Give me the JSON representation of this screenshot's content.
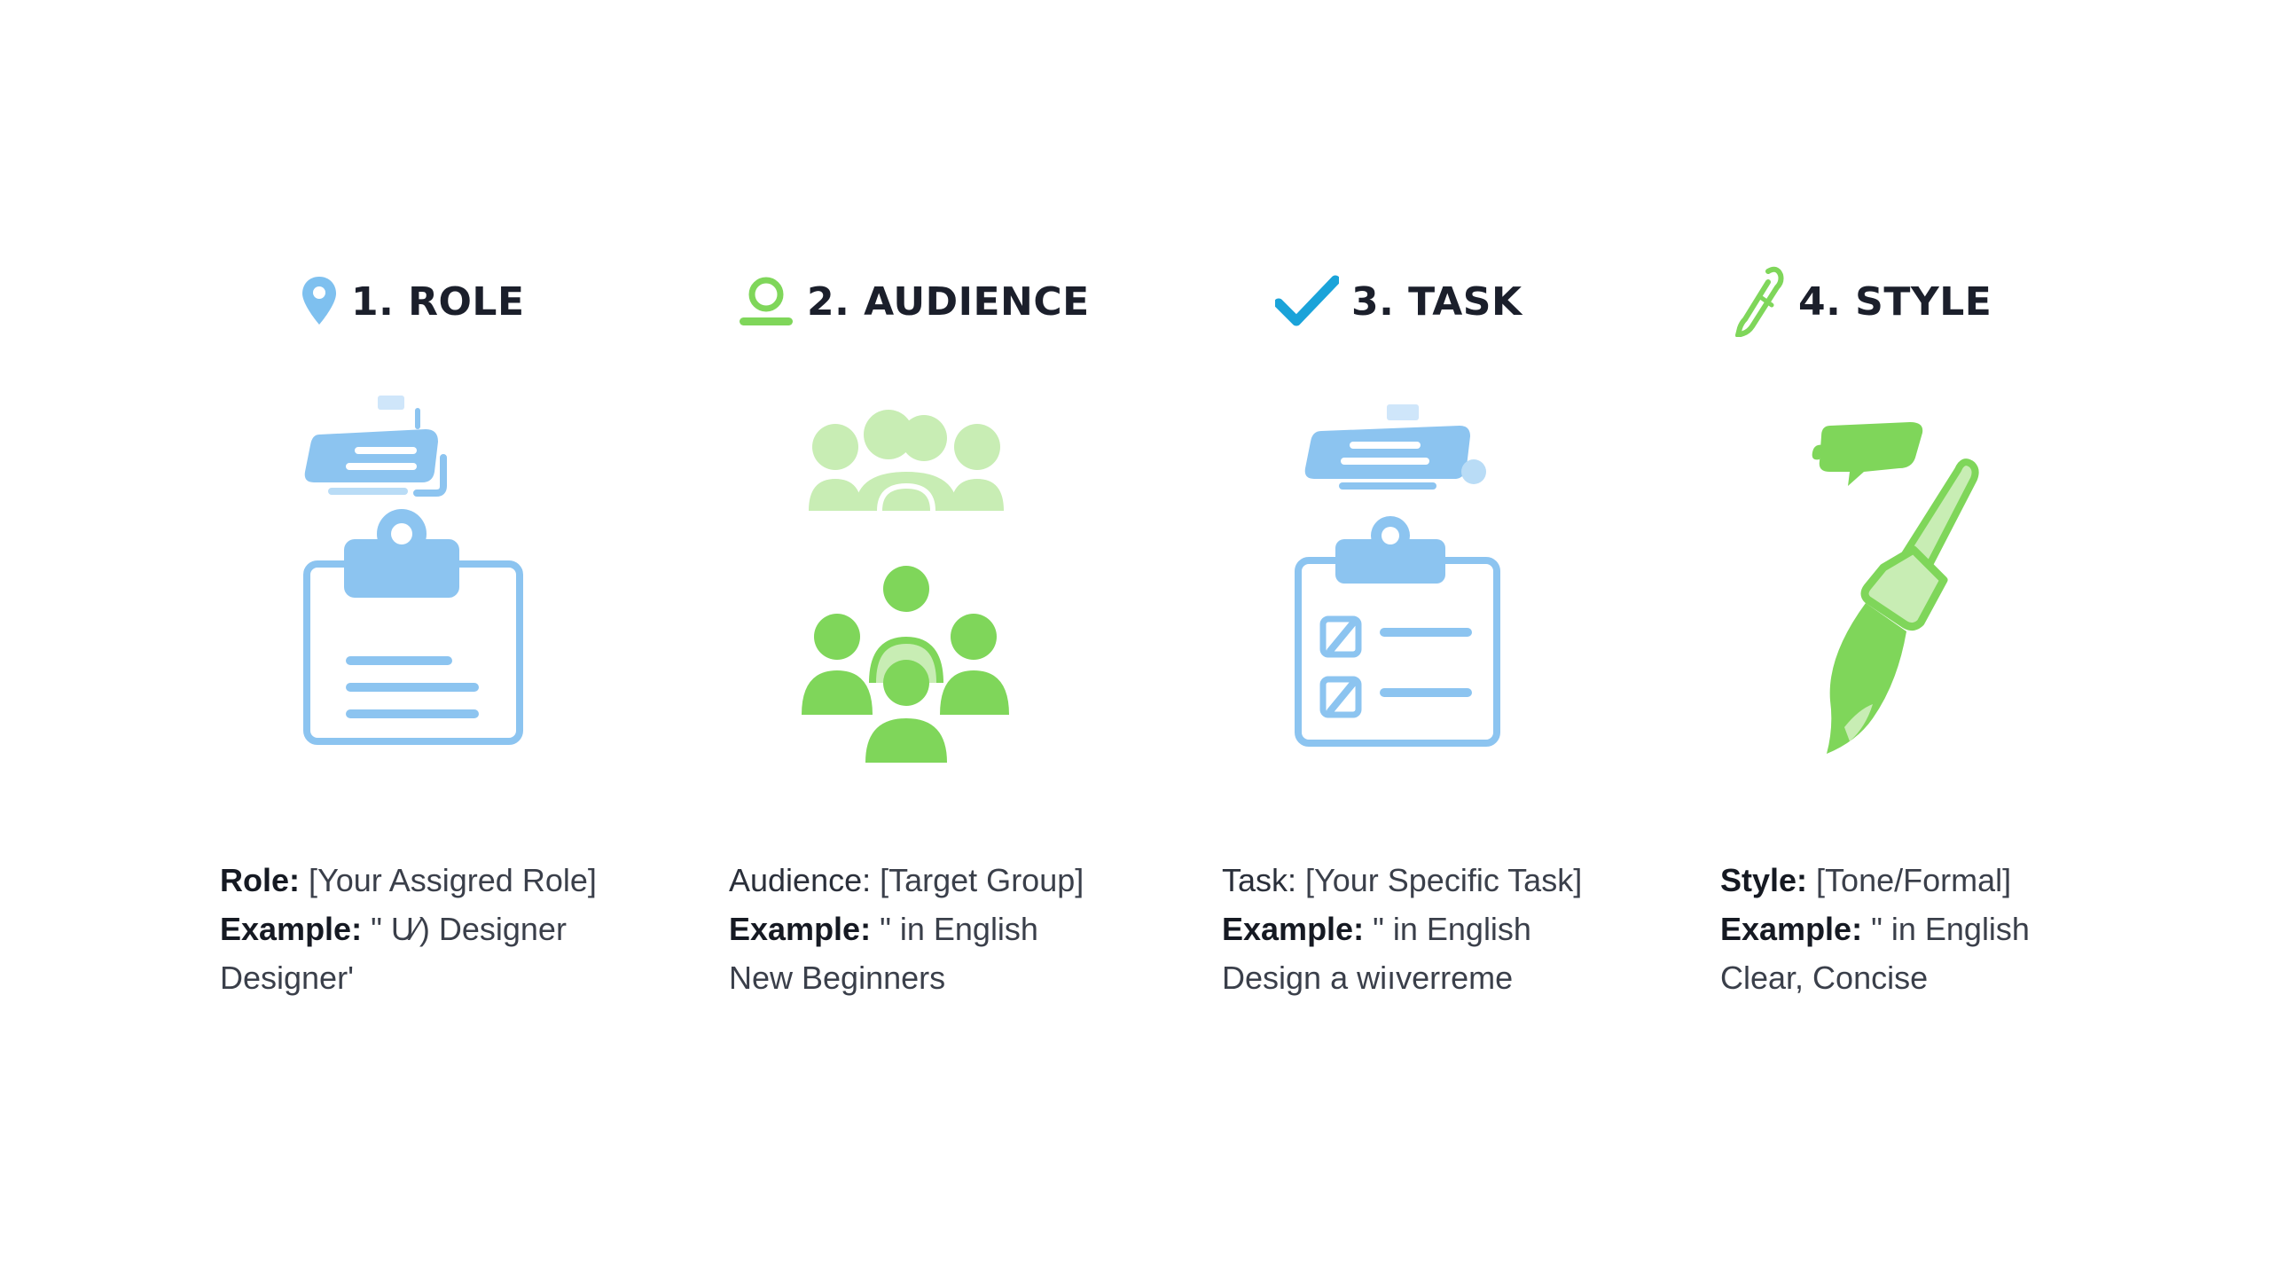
{
  "columns": [
    {
      "heading": "1. ROLE",
      "heading_icon": "location-pin-icon",
      "illustration": "clipboard-document-icon",
      "line1_label": "Role:",
      "line1_value": " [Your Assigred Role]",
      "example_label": "Example:",
      "example_value": " \" U⁄) Designer",
      "example_line2": "Designer'"
    },
    {
      "heading": "2. AUDIENCE",
      "heading_icon": "person-icon",
      "illustration": "group-of-people-icon",
      "line1_label": "Audience:",
      "line1_value": " [Target Group]",
      "example_label": "Example:",
      "example_value": " \" in English",
      "example_line2": "New Beginners"
    },
    {
      "heading": "3. TASK",
      "heading_icon": "checkmark-icon",
      "illustration": "checklist-clipboard-icon",
      "line1_label": "Task:",
      "line1_value": " [Your Specific Task]",
      "example_label": "Example:",
      "example_value": " \" in English",
      "example_line2": "Design a wiıverreme"
    },
    {
      "heading": "4. STYLE",
      "heading_icon": "pen-icon",
      "illustration": "paintbrush-icon",
      "line1_label": "Style:",
      "line1_value": " [Tone/Formal]",
      "example_label": "Example:",
      "example_value": " \" in English",
      "example_line2": "Clear, Concise"
    }
  ],
  "colors": {
    "blue": "#8cc4f0",
    "blue_dark": "#6fb2ea",
    "green": "#7fd65a",
    "green_light": "#c8edb4",
    "check_blue": "#1aa3d9",
    "text": "#1b1f2b"
  }
}
